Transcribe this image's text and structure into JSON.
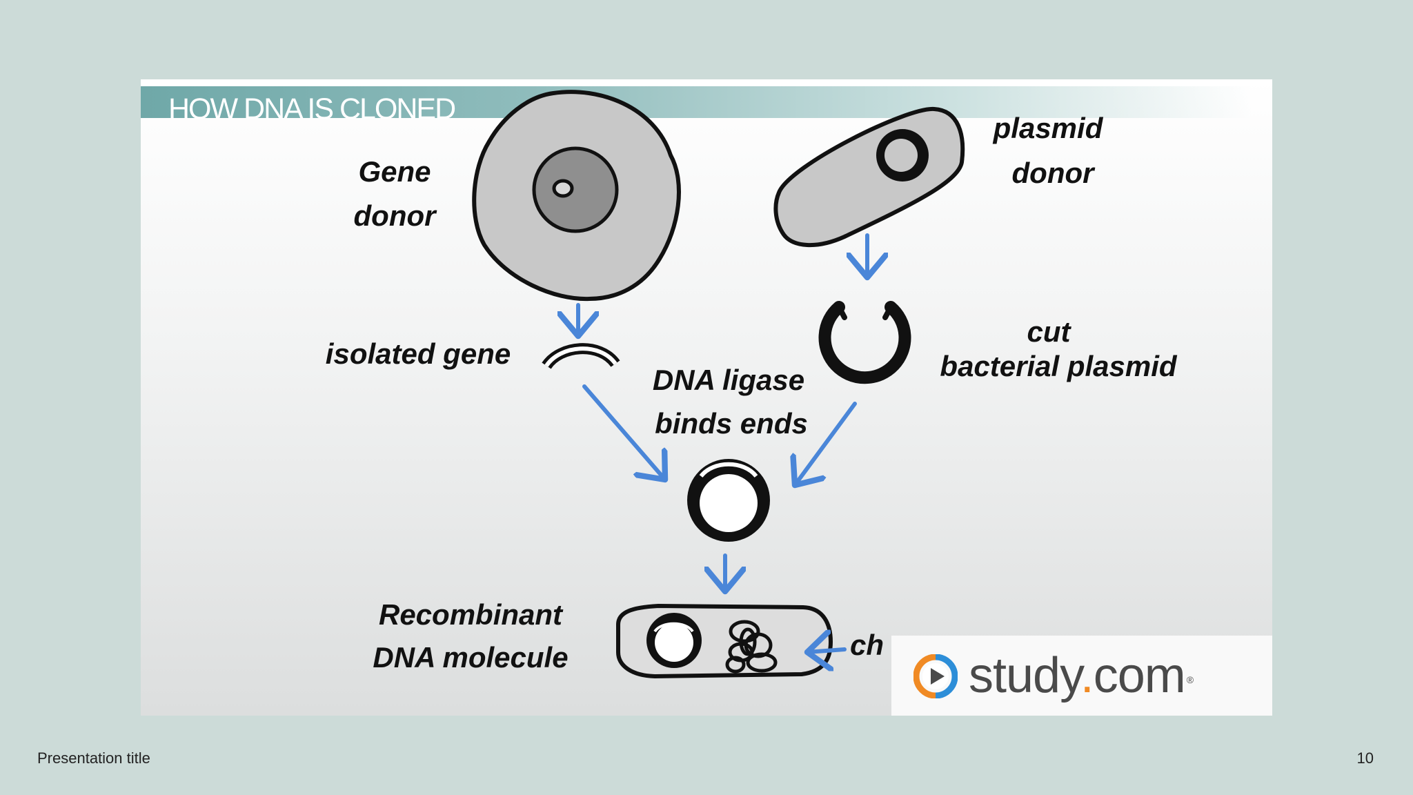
{
  "slide": {
    "banner_title": "HOW DNA IS CLONED",
    "labels": {
      "gene_donor": [
        "Gene",
        "donor"
      ],
      "plasmid_donor": [
        "plasmid",
        "donor"
      ],
      "isolated_gene": "isolated gene",
      "cut_plasmid": [
        "cut",
        "bacterial plasmid"
      ],
      "ligase": [
        "DNA ligase",
        "binds ends"
      ],
      "recombinant": [
        "Recombinant",
        "DNA molecule"
      ],
      "chromosome_partial": "ch"
    },
    "logo": {
      "name": "study",
      "dot": ".",
      "tld": "com",
      "reg": "®"
    },
    "colors": {
      "arrow": "#4a86d8",
      "banner": "#6fa8a8",
      "logo_orange": "#f08a24",
      "logo_blue": "#2d8ed8"
    }
  },
  "footer": {
    "presentation_title": "Presentation title",
    "page_number": "10"
  }
}
